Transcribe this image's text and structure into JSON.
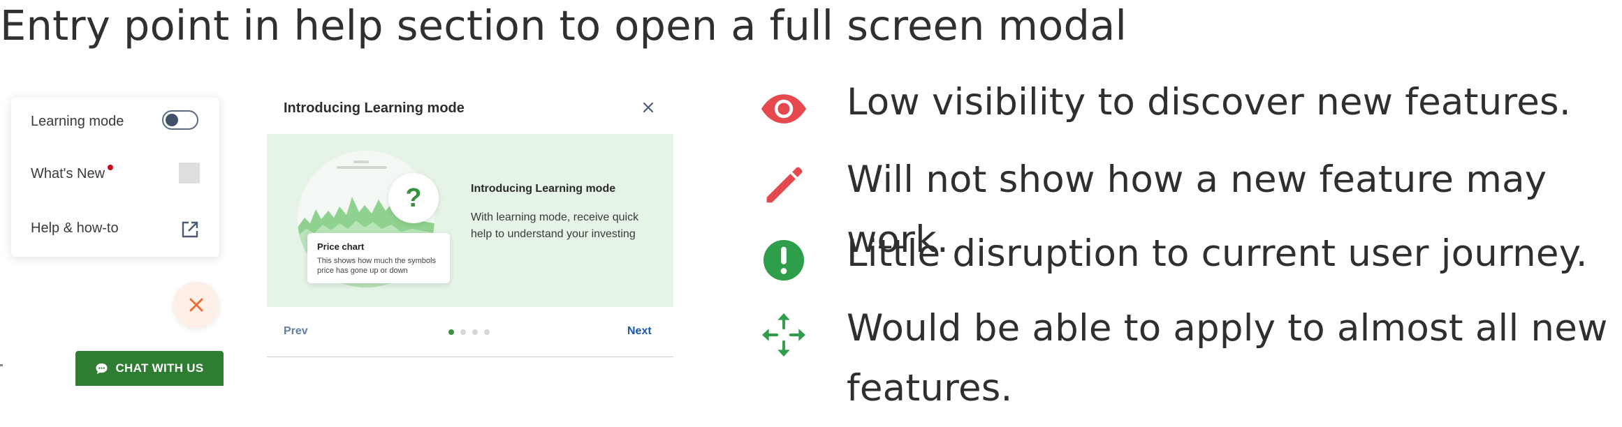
{
  "title": "Entry point in help section to open a full screen modal",
  "help_menu": {
    "items": [
      {
        "label": "Learning mode",
        "control": "toggle",
        "state": "off"
      },
      {
        "label": "What's New",
        "control": "placeholder-square",
        "badge": "red-dot"
      },
      {
        "label": "Help & how-to",
        "control": "external-link-icon"
      }
    ],
    "close_icon": "close-icon",
    "chat_button": {
      "label": "CHAT WITH US",
      "icon": "chat-bubble-icon"
    }
  },
  "modal": {
    "title": "Introducing Learning mode",
    "close_icon": "close-icon",
    "illustration": {
      "icon": "question-mark",
      "tooltip_title": "Price chart",
      "tooltip_body": "This shows how much the symbols price has gone up or down"
    },
    "heading": "Introducing Learning mode",
    "body": "With learning mode, receive quick help to understand your investing",
    "prev_label": "Prev",
    "next_label": "Next",
    "pager": {
      "pages": 4,
      "current": 1
    }
  },
  "points": [
    {
      "icon": "eye-icon",
      "color": "#E5484D",
      "text": "Low visibility to discover new features."
    },
    {
      "icon": "pencil-icon",
      "color": "#E5484D",
      "text": "Will not show how a new feature may work."
    },
    {
      "icon": "exclamation-icon",
      "color": "#2E9E4B",
      "text": "Little disruption to current user journey."
    },
    {
      "icon": "move-arrows-icon",
      "color": "#2E9E4B",
      "text": "Would be able to apply to almost all new features."
    }
  ],
  "colors": {
    "accent_green": "#2E7D32",
    "banner_green": "#E6F3E7",
    "link_blue": "#1C58A8",
    "badge_red": "#D0021B"
  }
}
